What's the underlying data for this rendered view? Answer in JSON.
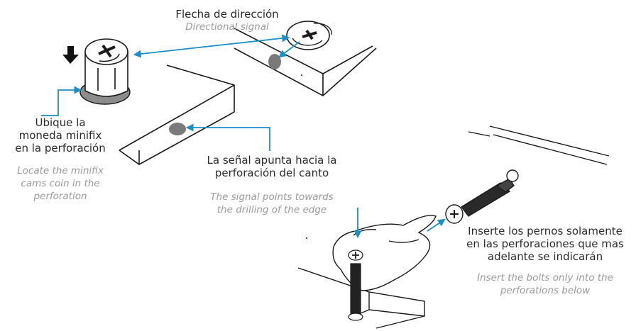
{
  "labels": {
    "directional_es": "Flecha de dirección",
    "directional_en": "Directional signal",
    "locate_es_1": "Ubique la",
    "locate_es_2": "moneda minifix",
    "locate_es_3": "en la perforación",
    "locate_en_1": "Locate the minifix",
    "locate_en_2": "cams coin in the",
    "locate_en_3": "perforation",
    "signal_es_1": "La señal apunta hacia la",
    "signal_es_2": "perforación del canto",
    "signal_en_1": "The signal points towards",
    "signal_en_2": "the drilling of the edge",
    "bolts_es_1": "Inserte los pernos solamente",
    "bolts_es_2": "en las perforaciones que mas",
    "bolts_es_3": "adelante se indicarán",
    "bolts_en_1": "Insert the bolts only into the",
    "bolts_en_2": "perforations below"
  },
  "colors": {
    "arrow_blue": "#1a8fc8",
    "line_dark": "#1a1a1a",
    "hole_gray": "#7a7a7a",
    "text_es": "#2b2b2b",
    "text_en": "#9a9a9a"
  },
  "icons": [
    "down-arrow-icon",
    "cross-arrow-icon"
  ]
}
